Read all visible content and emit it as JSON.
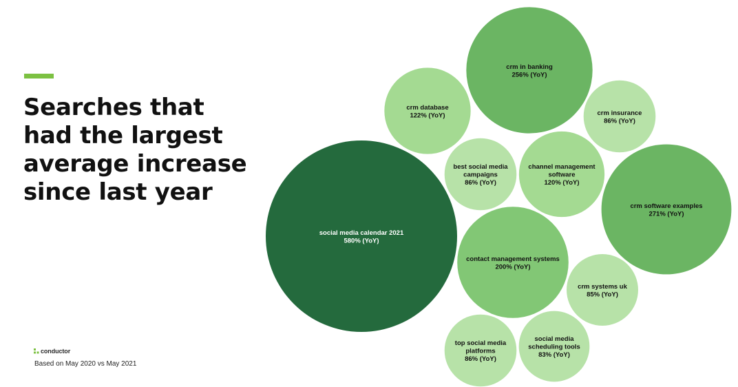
{
  "headline": "Searches that had the largest average increase since last year",
  "logo": {
    "text": "conductor",
    "icon": "conductor-logo-mark"
  },
  "source_note": "Based on May 2020 vs May 2021",
  "colors": {
    "accent": "#7cc142",
    "darkest": "#246a3d",
    "dark": "#6bb563",
    "medium": "#82c775",
    "light": "#a4da92",
    "lightest": "#b7e2a8"
  },
  "chart_data": {
    "type": "bubble",
    "metric": "YoY",
    "items": [
      {
        "name": "social media calendar 2021",
        "value": 580,
        "label": [
          "social media calendar 2021",
          "580% (YoY)"
        ],
        "color": "#246a3d",
        "text_color": "#ffffff"
      },
      {
        "name": "crm software examples",
        "value": 271,
        "label": [
          "crm software examples",
          "271% (YoY)"
        ],
        "color": "#6bb563",
        "text_color": "#111111"
      },
      {
        "name": "crm in banking",
        "value": 256,
        "label": [
          "crm in banking",
          "256% (YoY)"
        ],
        "color": "#6bb563",
        "text_color": "#111111"
      },
      {
        "name": "contact management systems",
        "value": 200,
        "label": [
          "contact management systems",
          "200% (YoY)"
        ],
        "color": "#82c775",
        "text_color": "#111111"
      },
      {
        "name": "crm database",
        "value": 122,
        "label": [
          "crm database",
          "122% (YoY)"
        ],
        "color": "#a4da92",
        "text_color": "#111111"
      },
      {
        "name": "channel management software",
        "value": 120,
        "label": [
          "channel management",
          "software",
          "120% (YoY)"
        ],
        "color": "#a4da92",
        "text_color": "#111111"
      },
      {
        "name": "crm insurance",
        "value": 86,
        "label": [
          "crm insurance",
          "86% (YoY)"
        ],
        "color": "#b7e2a8",
        "text_color": "#111111"
      },
      {
        "name": "best social media campaigns",
        "value": 86,
        "label": [
          "best social media",
          "campaigns",
          "86% (YoY)"
        ],
        "color": "#b7e2a8",
        "text_color": "#111111"
      },
      {
        "name": "top social media platforms",
        "value": 86,
        "label": [
          "top social media",
          "platforms",
          "86% (YoY)"
        ],
        "color": "#b7e2a8",
        "text_color": "#111111"
      },
      {
        "name": "crm systems uk",
        "value": 85,
        "label": [
          "crm systems uk",
          "85% (YoY)"
        ],
        "color": "#b7e2a8",
        "text_color": "#111111"
      },
      {
        "name": "social media scheduling tools",
        "value": 83,
        "label": [
          "social media",
          "scheduling tools",
          "83% (YoY)"
        ],
        "color": "#b7e2a8",
        "text_color": "#111111"
      }
    ]
  }
}
